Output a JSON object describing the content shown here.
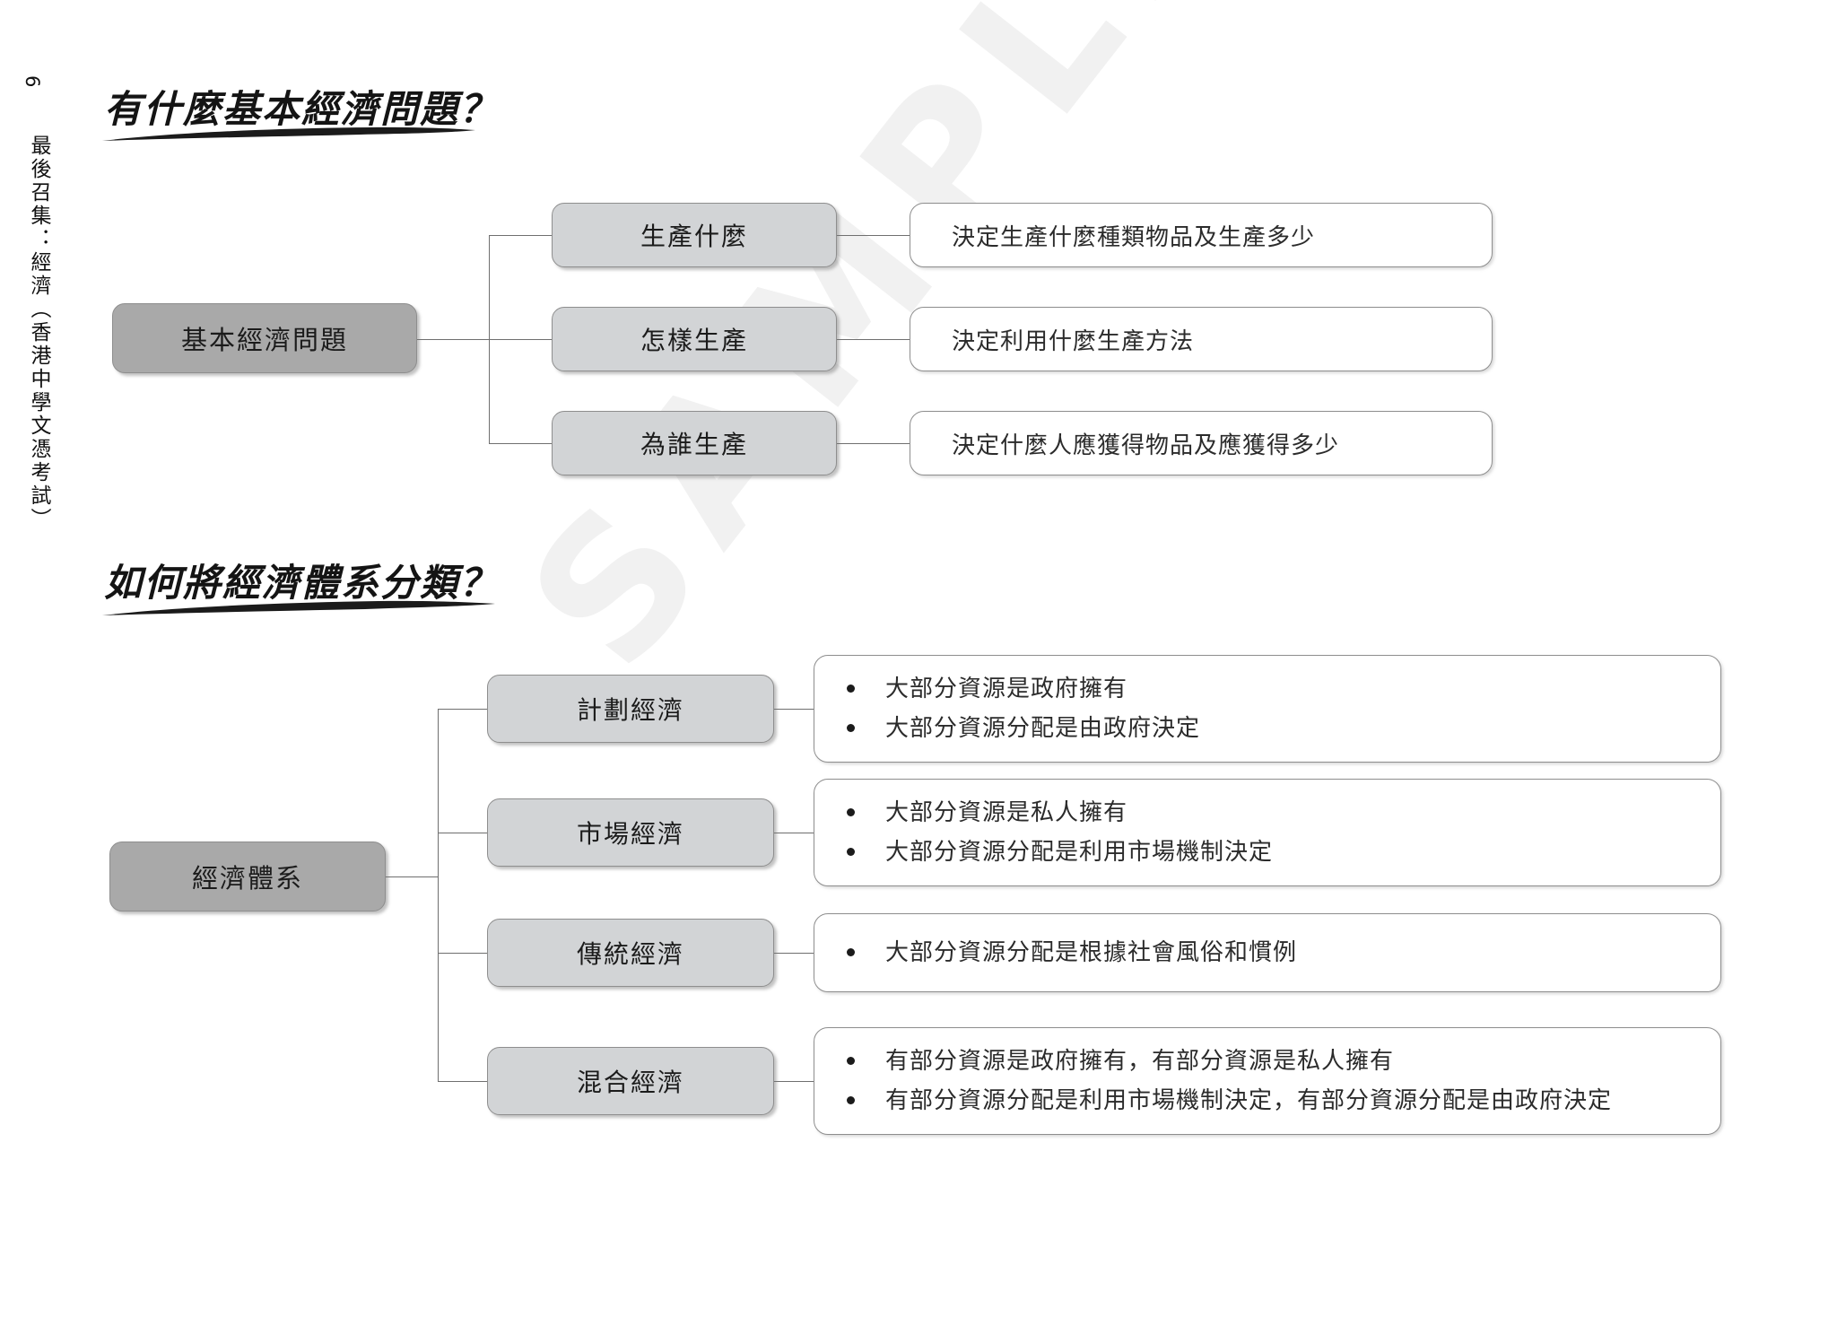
{
  "page": {
    "number": "6",
    "side_title": "最後召集：經濟（香港中學文憑考試）",
    "watermark": "SAMPLE"
  },
  "sections": [
    {
      "heading": "有什麼基本經濟問題？",
      "root": "基本經濟問題",
      "branches": [
        {
          "category": "生產什麼",
          "description": "決定生產什麼種類物品及生產多少"
        },
        {
          "category": "怎樣生產",
          "description": "決定利用什麼生產方法"
        },
        {
          "category": "為誰生產",
          "description": "決定什麼人應獲得物品及應獲得多少"
        }
      ]
    },
    {
      "heading": "如何將經濟體系分類？",
      "root": "經濟體系",
      "branches": [
        {
          "category": "計劃經濟",
          "bullets": [
            "大部分資源是政府擁有",
            "大部分資源分配是由政府決定"
          ]
        },
        {
          "category": "市場經濟",
          "bullets": [
            "大部分資源是私人擁有",
            "大部分資源分配是利用市場機制決定"
          ]
        },
        {
          "category": "傳統經濟",
          "bullets": [
            "大部分資源分配是根據社會風俗和慣例"
          ]
        },
        {
          "category": "混合經濟",
          "bullets": [
            "有部分資源是政府擁有，有部分資源是私人擁有",
            "有部分資源分配是利用市場機制決定，有部分資源分配是由政府決定"
          ]
        }
      ]
    }
  ],
  "colors": {
    "root_fill": "#a9a9a9",
    "category_fill": "#d2d4d6",
    "description_fill": "#ffffff",
    "border": "#8e8e8e",
    "text": "#1b1b1b"
  }
}
